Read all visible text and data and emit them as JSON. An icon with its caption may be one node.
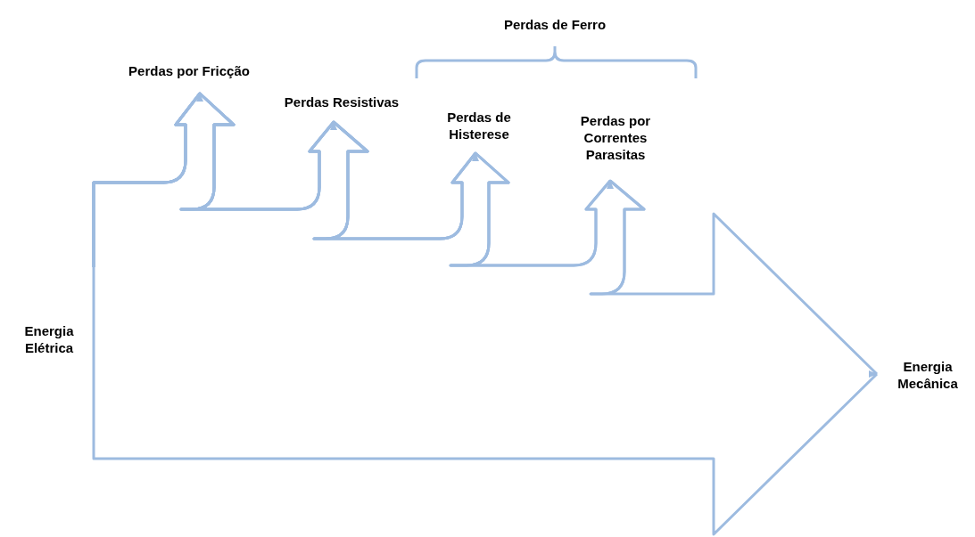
{
  "diagram": {
    "nodes": [
      {
        "text": [
          "Perdas por Fricção"
        ]
      },
      {
        "text": [
          "Perdas Resistivas"
        ]
      },
      {
        "text": [
          "Perdas de Histerese"
        ]
      },
      {
        "text": [
          "Perdas por Correntes Parasitas"
        ]
      },
      {
        "text": [
          "Energia Elétrica"
        ]
      },
      {
        "text": [
          "Energia Mecânica"
        ]
      }
    ],
    "edges": [
      {
        "from": 4,
        "to": 5,
        "arrow": "to"
      },
      {
        "from": 4,
        "to": 0,
        "arrow": "to"
      },
      {
        "from": 4,
        "to": 1,
        "arrow": "to"
      },
      {
        "from": 4,
        "to": 2,
        "arrow": "to"
      },
      {
        "from": 4,
        "to": 3,
        "arrow": "to"
      }
    ],
    "labels": [
      "Perdas de Ferro"
    ]
  }
}
